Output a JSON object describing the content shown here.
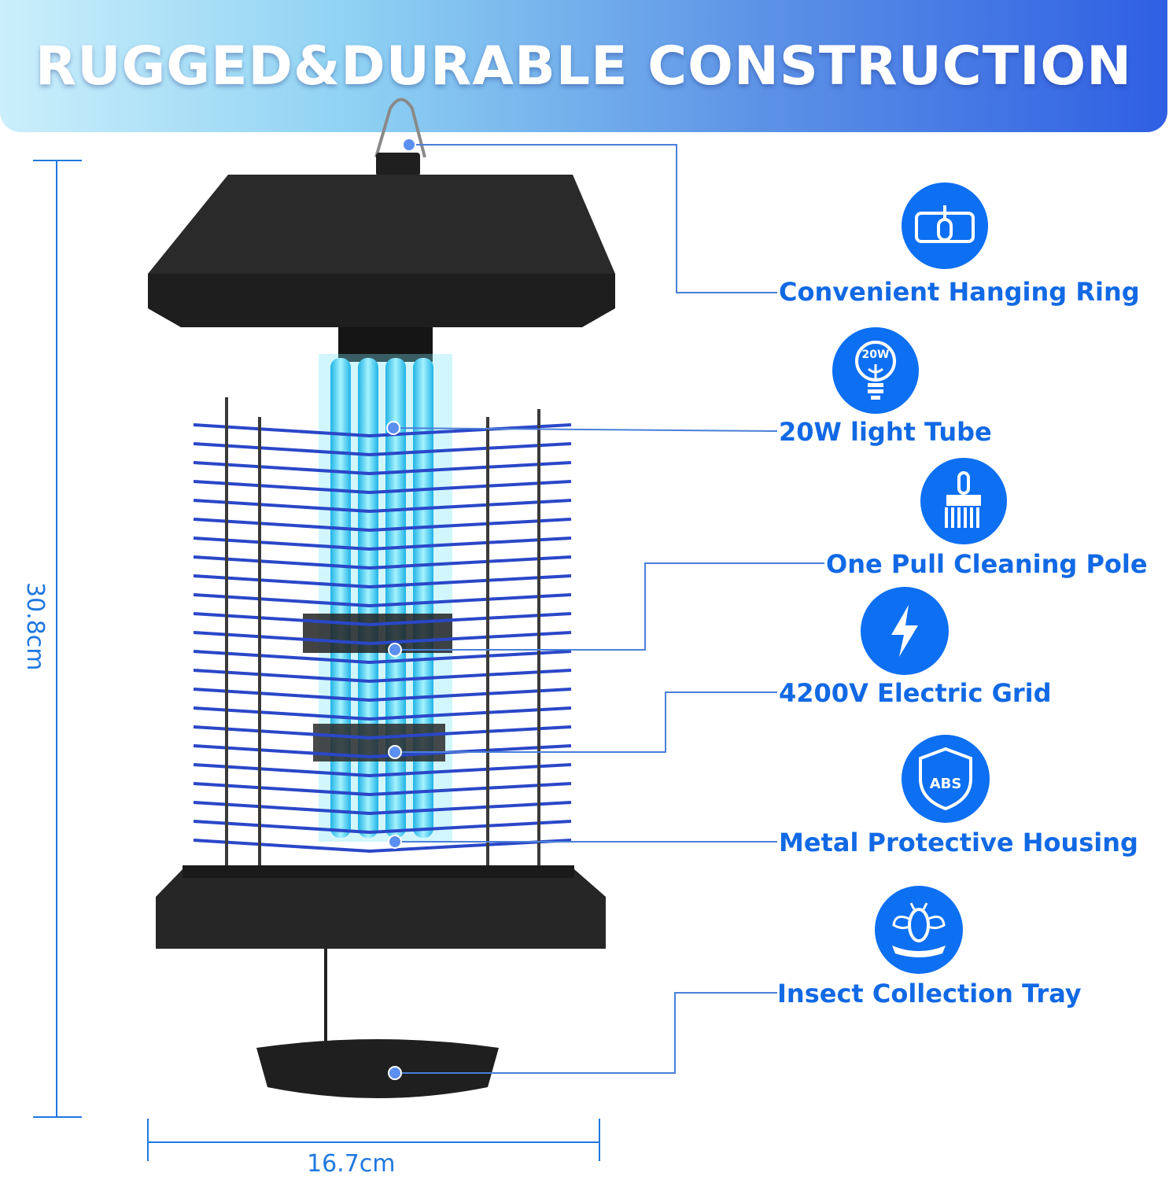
{
  "banner": {
    "title": "RUGGED&DURABLE CONSTRUCTION"
  },
  "dimensions": {
    "height": "30.8cm",
    "width": "16.7cm"
  },
  "features": [
    {
      "label": "Convenient Hanging Ring",
      "icon": "hanging-ring-icon"
    },
    {
      "label": "20W light Tube",
      "icon": "light-bulb-icon",
      "icon_text": "20W"
    },
    {
      "label": "One Pull Cleaning Pole",
      "icon": "brush-icon"
    },
    {
      "label": "4200V Electric Grid",
      "icon": "lightning-icon"
    },
    {
      "label": "Metal Protective Housing",
      "icon": "shield-icon",
      "icon_text": "ABS"
    },
    {
      "label": "Insect Collection Tray",
      "icon": "insect-tray-icon"
    }
  ],
  "colors": {
    "accent": "#0d6ff2",
    "label": "#1269e4",
    "dimension": "#1f78e0",
    "housing": "#2b2b2b",
    "tube": "#39d7f5",
    "grid": "#2a47c8"
  }
}
